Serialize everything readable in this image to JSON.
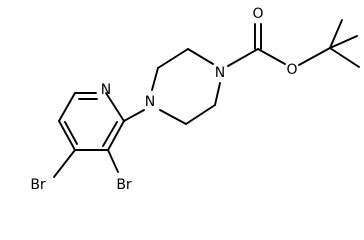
{
  "molecule": {
    "atoms": {
      "pyridine_n": "N",
      "piperazine_n1": "N",
      "piperazine_n4": "N",
      "carbonyl_o": "O",
      "ester_o": "O",
      "br_c3": "Br",
      "br_c5": "Br"
    },
    "colors": {
      "bond": "#000000",
      "text": "#000000",
      "background": "#ffffff"
    }
  }
}
